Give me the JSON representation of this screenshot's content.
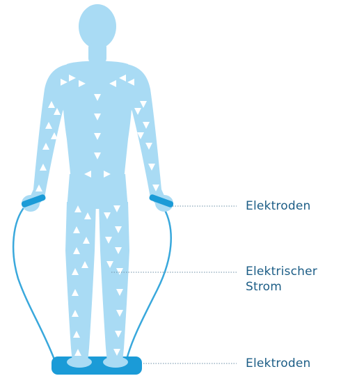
{
  "labels": {
    "electrodes_hands": "Elektroden",
    "current_line1": "Elektrischer",
    "current_line2": "Strom",
    "electrodes_feet": "Elektroden"
  },
  "colors": {
    "body": "#a9dbf4",
    "body_shade": "#9ed3ef",
    "arrows": "#ffffff",
    "electrode": "#1b9bd7",
    "cable": "#39a8dc",
    "text": "#1c5d86",
    "leader": "#6a8ea5"
  },
  "icons": {
    "current_arrows": "triangle-arrow-icon"
  }
}
